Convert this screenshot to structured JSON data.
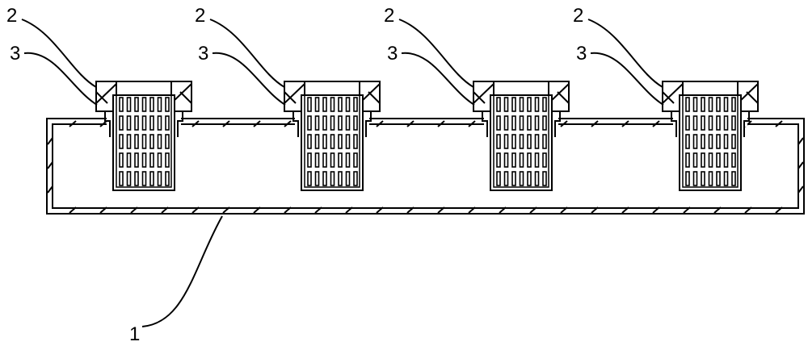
{
  "diagram": {
    "unit_count": 4,
    "labels": {
      "tank": "1",
      "flange": "2",
      "seal": "3"
    },
    "colors": {
      "line": "#000000",
      "background": "#ffffff"
    }
  }
}
